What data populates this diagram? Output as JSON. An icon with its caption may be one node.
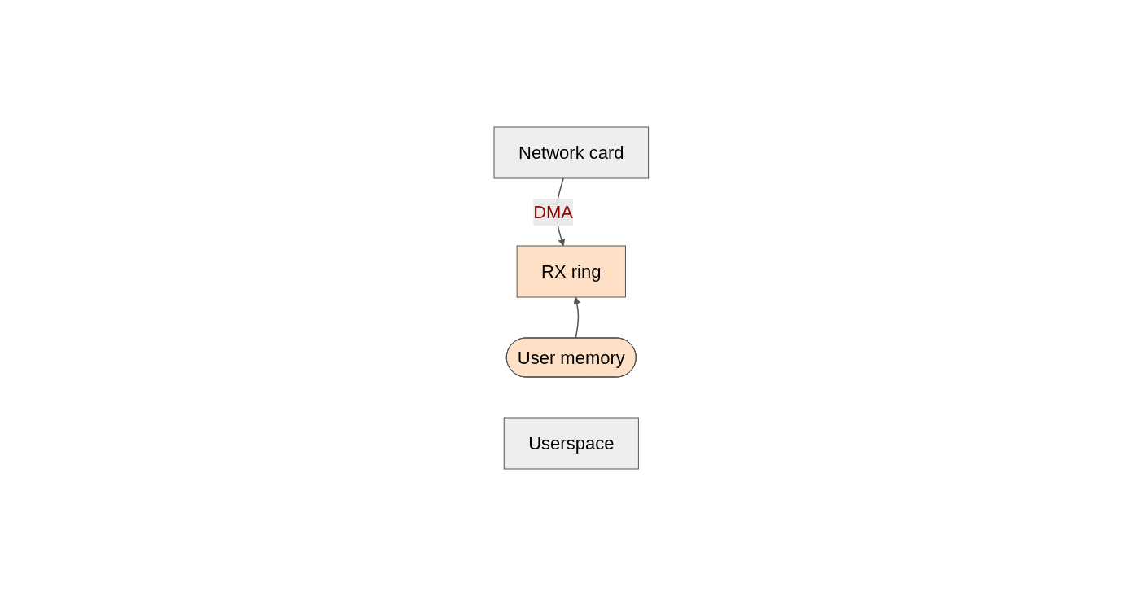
{
  "diagram": {
    "nodes": [
      {
        "text": [
          "Network card"
        ]
      },
      {
        "text": [
          "RX ring"
        ]
      },
      {
        "text": [
          "User memory"
        ]
      },
      {
        "text": [
          "Userspace"
        ]
      }
    ],
    "edges": [
      {
        "from": 0,
        "to": 1,
        "arrow": "to",
        "label": "DMA"
      },
      {
        "from": 2,
        "to": 1,
        "arrow": "to"
      }
    ]
  }
}
